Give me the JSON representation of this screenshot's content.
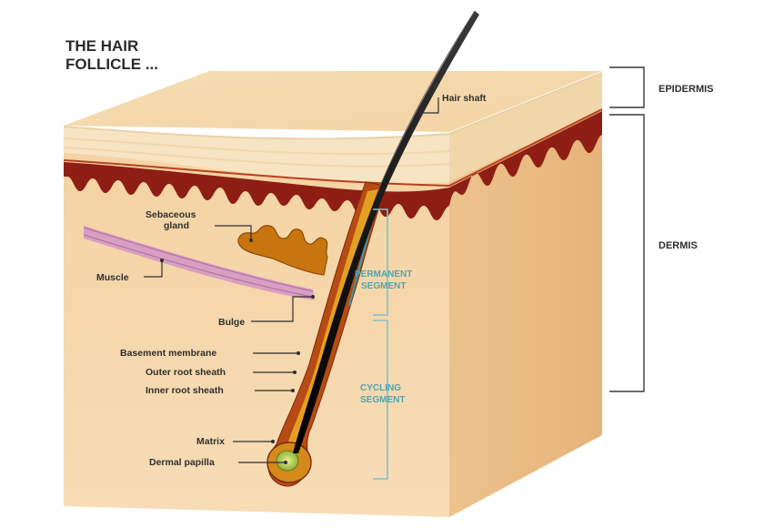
{
  "title_lines": [
    "THE HAIR",
    "FOLLICLE ..."
  ],
  "layers": {
    "epidermis": "EPIDERMIS",
    "dermis": "DERMIS"
  },
  "segments": {
    "permanent": [
      "PERMANENT",
      "SEGMENT"
    ],
    "cycling": [
      "CYCLING",
      "SEGMENT"
    ]
  },
  "parts": {
    "hair_shaft": "Hair shaft",
    "sebaceous_gland": [
      "Sebaceous",
      "gland"
    ],
    "muscle": "Muscle",
    "bulge": "Bulge",
    "basement_membrane": "Basement membrane",
    "outer_root_sheath": "Outer root sheath",
    "inner_root_sheath": "Inner root sheath",
    "matrix": "Matrix",
    "dermal_papilla": "Dermal papilla"
  },
  "colors": {
    "skin_front": "#f6d9ad",
    "skin_side": "#e9bb82",
    "skin_top": "#f7e2bf",
    "dermis_red": "#8e1e14",
    "gland": "#c8740f",
    "muscle": "#c98ab8",
    "hair": "#1a1a1a",
    "accent_teal": "#4fa4b0"
  }
}
